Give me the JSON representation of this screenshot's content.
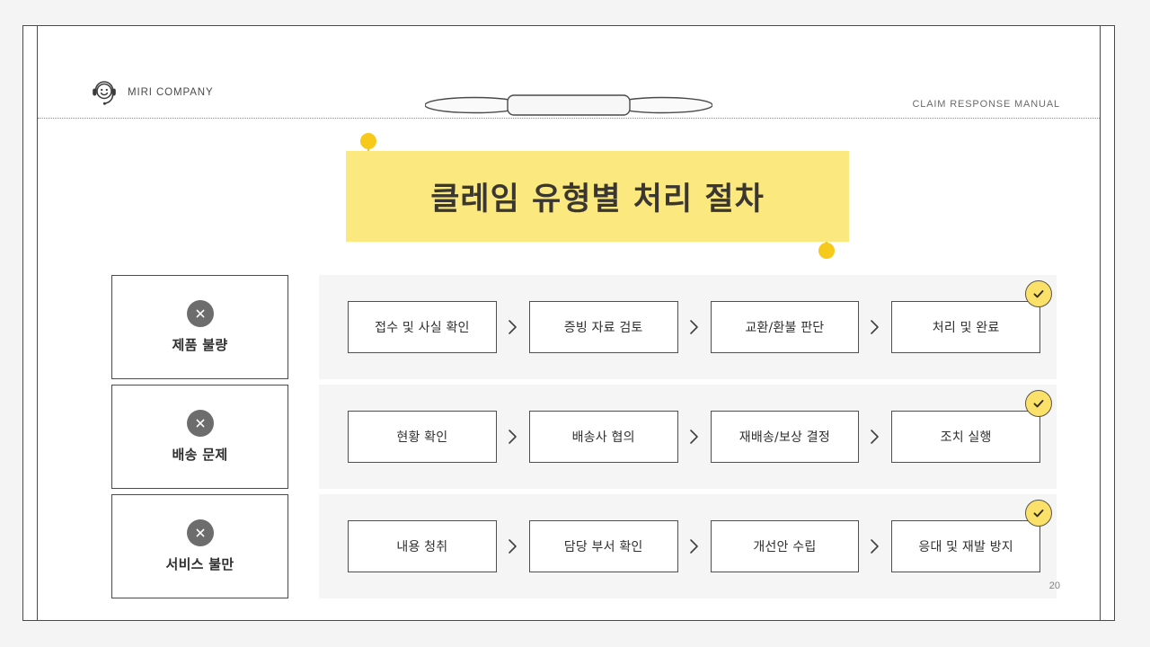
{
  "header": {
    "brand_name": "MIRI COMPANY",
    "brand_logo_icon": "headset-smiley-icon",
    "ribbon_icon": "ribbon-banner-ornament",
    "right_label": "CLAIM RESPONSE MANUAL"
  },
  "title": {
    "text": "클레임 유형별 처리 절차",
    "banner_color": "#fbe97f",
    "dot_color": "#f6c91a",
    "text_color": "#3a3632"
  },
  "rows": [
    {
      "category": "제품 불량",
      "category_icon": "x-circle-icon",
      "steps": [
        "접수 및 사실 확인",
        "증빙 자료 검토",
        "교환/환불 판단",
        "처리 및 완료"
      ],
      "completed_badge_icon": "check-circle-icon"
    },
    {
      "category": "배송 문제",
      "category_icon": "x-circle-icon",
      "steps": [
        "현황 확인",
        "배송사 협의",
        "재배송/보상 결정",
        "조치 실행"
      ],
      "completed_badge_icon": "check-circle-icon"
    },
    {
      "category": "서비스 불만",
      "category_icon": "x-circle-icon",
      "steps": [
        "내용 청취",
        "담당 부서 확인",
        "개선안 수립",
        "응대 및 재발 방지"
      ],
      "completed_badge_icon": "check-circle-icon"
    }
  ],
  "footer": {
    "page_number": "20"
  },
  "colors": {
    "accent_yellow": "#fbe97f",
    "accent_gold": "#f6c91a",
    "strip_gray": "#f5f5f5",
    "line_dark": "#4a4a4a",
    "icon_gray": "#6d6d6d"
  }
}
